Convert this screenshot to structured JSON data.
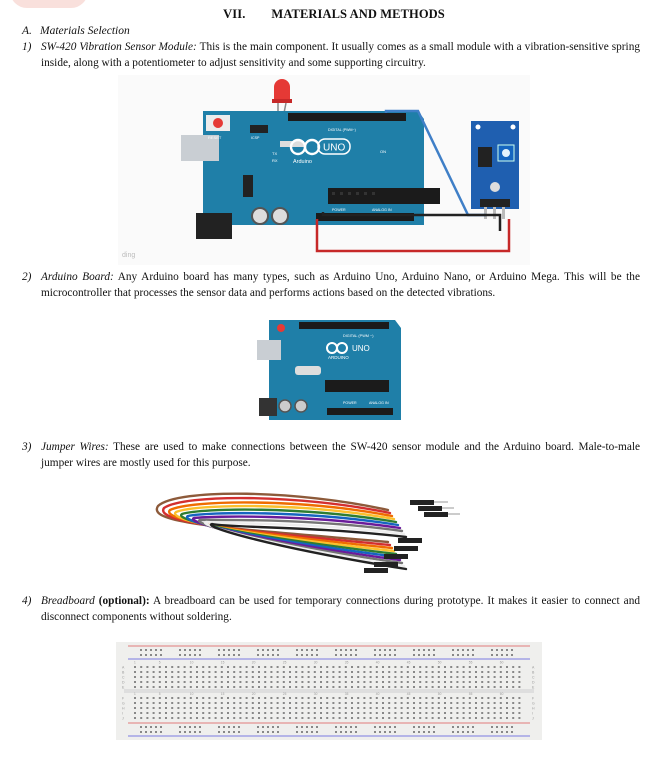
{
  "section": {
    "number": "VII.",
    "title": "MATERIALS AND METHODS"
  },
  "subsection": {
    "letter": "A.",
    "title": "Materials Selection"
  },
  "items": [
    {
      "num": "1)",
      "name": "SW-420 Vibration Sensor Module:",
      "text": " This is the main component. It usually comes as a small module with a vibration-sensitive spring inside, along with a potentiometer to adjust sensitivity and some supporting circuitry."
    },
    {
      "num": "2)",
      "name": "Arduino Board:",
      "text": " Any Arduino board has many types, such as Arduino Uno, Arduino Nano, or Arduino Mega. This will be the microcontroller that processes the sensor data and performs actions based on the detected vibrations."
    },
    {
      "num": "3)",
      "name": "Jumper Wires:",
      "text": " These are used to make connections between the SW-420 sensor module and the Arduino board. Male-to-male jumper wires are mostly used for this purpose."
    },
    {
      "num": "4)",
      "name": "Breadboard",
      "name_suffix": " (optional):",
      "text": " A breadboard can be used for temporary connections during prototype. It makes it easier to connect and disconnect components without soldering."
    }
  ],
  "figures": {
    "fig1": {
      "board_logo": "UNO",
      "board_brand": "Arduino",
      "reset_label": "RESET",
      "icsp_label": "ICSP",
      "digital_label": "DIGITAL (PWM~)",
      "power_label": "POWER",
      "analog_label": "ANALOG IN",
      "on_label": "ON",
      "tx_label": "TX",
      "rx_label": "RX",
      "watermark": "ding"
    },
    "fig2": {
      "board_logo": "UNO",
      "board_brand": "ARDUINO",
      "digital_label": "DIGITAL (PWM ~)",
      "power_label": "POWER",
      "analog_label": "ANALOG IN"
    },
    "fig4": {
      "row_letters_left": [
        "A",
        "B",
        "C",
        "D",
        "E"
      ],
      "row_letters_right": [
        "F",
        "G",
        "H",
        "I",
        "J"
      ],
      "column_numbers": [
        "1",
        "5",
        "10",
        "15",
        "20",
        "25",
        "30",
        "35",
        "40",
        "45",
        "50",
        "55",
        "60"
      ]
    }
  },
  "colors": {
    "board_blue": "#1f7fa8",
    "board_dark": "#17607f",
    "sensor_blue": "#1f5fb0",
    "wire_blue": "#3f7fc7",
    "wire_red": "#c62828",
    "wire_black": "#222222",
    "breadboard": "#efefed"
  }
}
